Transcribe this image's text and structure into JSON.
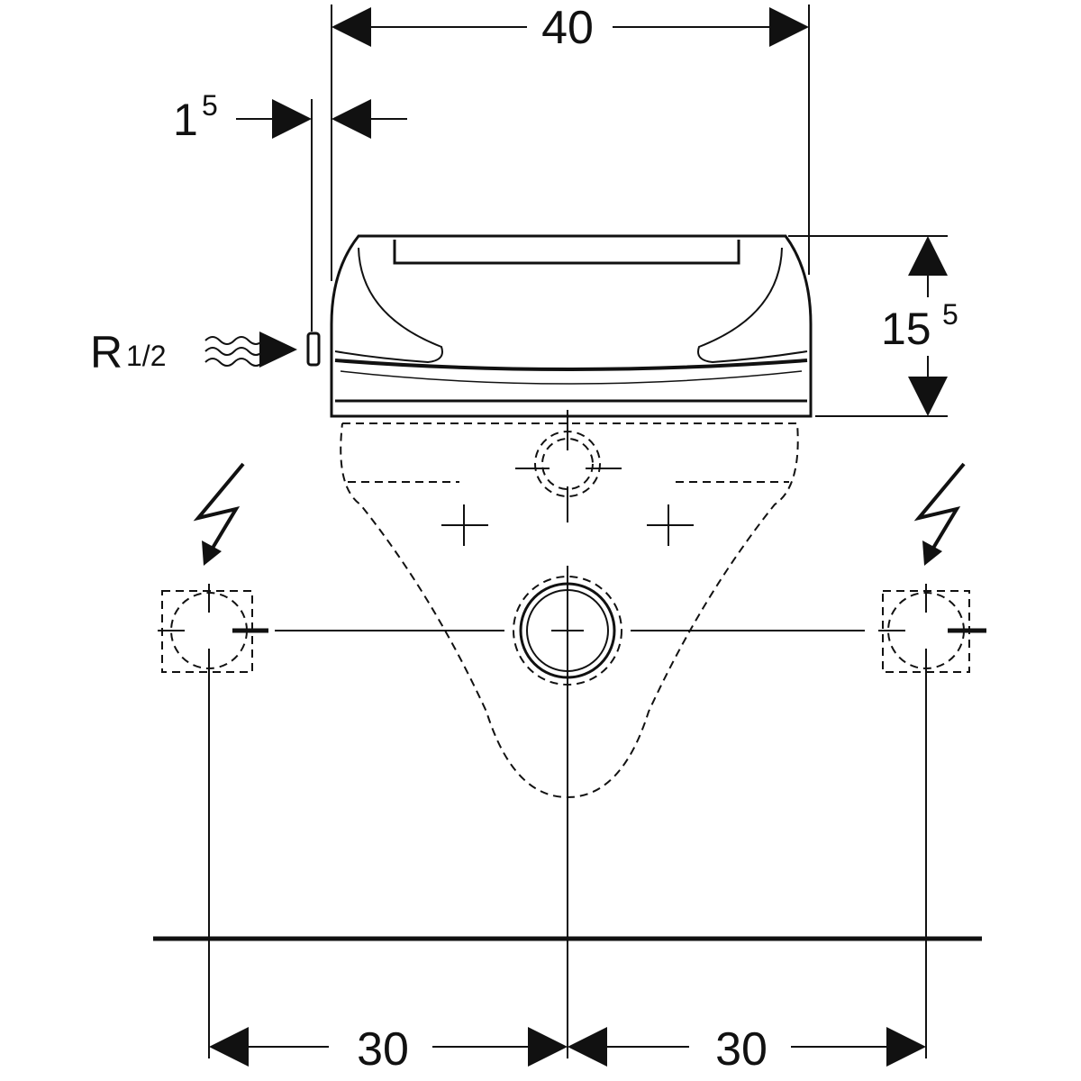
{
  "drawing": {
    "width_dim": "40",
    "offset_dim": {
      "base": "1",
      "sup": "5"
    },
    "height_dim": {
      "base": "15",
      "sup": "5"
    },
    "water_connection": {
      "base": "R",
      "fraction": "1/2"
    },
    "left_spacing_dim": "30",
    "right_spacing_dim": "30"
  },
  "colors": {
    "line": "#111111",
    "background": "#ffffff"
  }
}
